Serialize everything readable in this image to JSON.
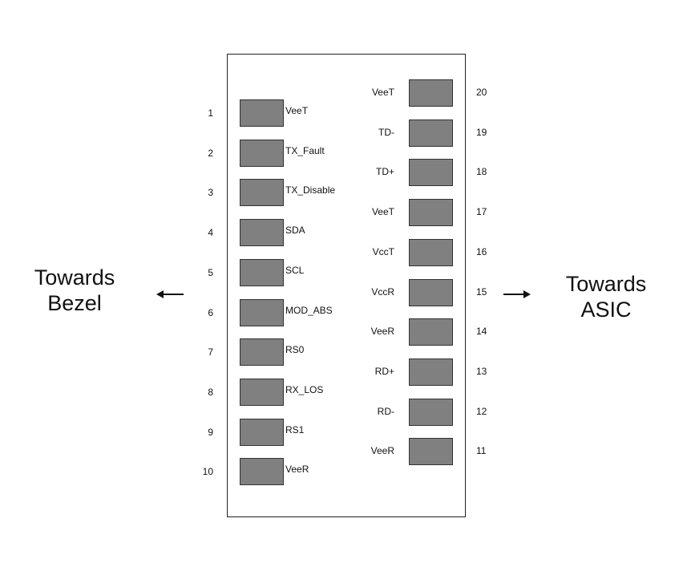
{
  "left_label": {
    "line1": "Towards",
    "line2": "Bezel"
  },
  "right_label": {
    "line1": "Towards",
    "line2": "ASIC"
  },
  "left_pins": [
    {
      "num": "1",
      "signal": "VeeT"
    },
    {
      "num": "2",
      "signal": "TX_Fault"
    },
    {
      "num": "3",
      "signal": "TX_Disable"
    },
    {
      "num": "4",
      "signal": "SDA"
    },
    {
      "num": "5",
      "signal": "SCL"
    },
    {
      "num": "6",
      "signal": "MOD_ABS"
    },
    {
      "num": "7",
      "signal": "RS0"
    },
    {
      "num": "8",
      "signal": "RX_LOS"
    },
    {
      "num": "9",
      "signal": "RS1"
    },
    {
      "num": "10",
      "signal": "VeeR"
    }
  ],
  "right_pins": [
    {
      "num": "20",
      "signal": "VeeT"
    },
    {
      "num": "19",
      "signal": "TD-"
    },
    {
      "num": "18",
      "signal": "TD+"
    },
    {
      "num": "17",
      "signal": "VeeT"
    },
    {
      "num": "16",
      "signal": "VccT"
    },
    {
      "num": "15",
      "signal": "VccR"
    },
    {
      "num": "14",
      "signal": "VeeR"
    },
    {
      "num": "13",
      "signal": "RD+"
    },
    {
      "num": "12",
      "signal": "RD-"
    },
    {
      "num": "11",
      "signal": "VeeR"
    }
  ],
  "colors": {
    "pad": "#808080",
    "outline": "#222222"
  },
  "icons": {
    "left_arrow": "arrow-left-icon",
    "right_arrow": "arrow-right-icon"
  }
}
